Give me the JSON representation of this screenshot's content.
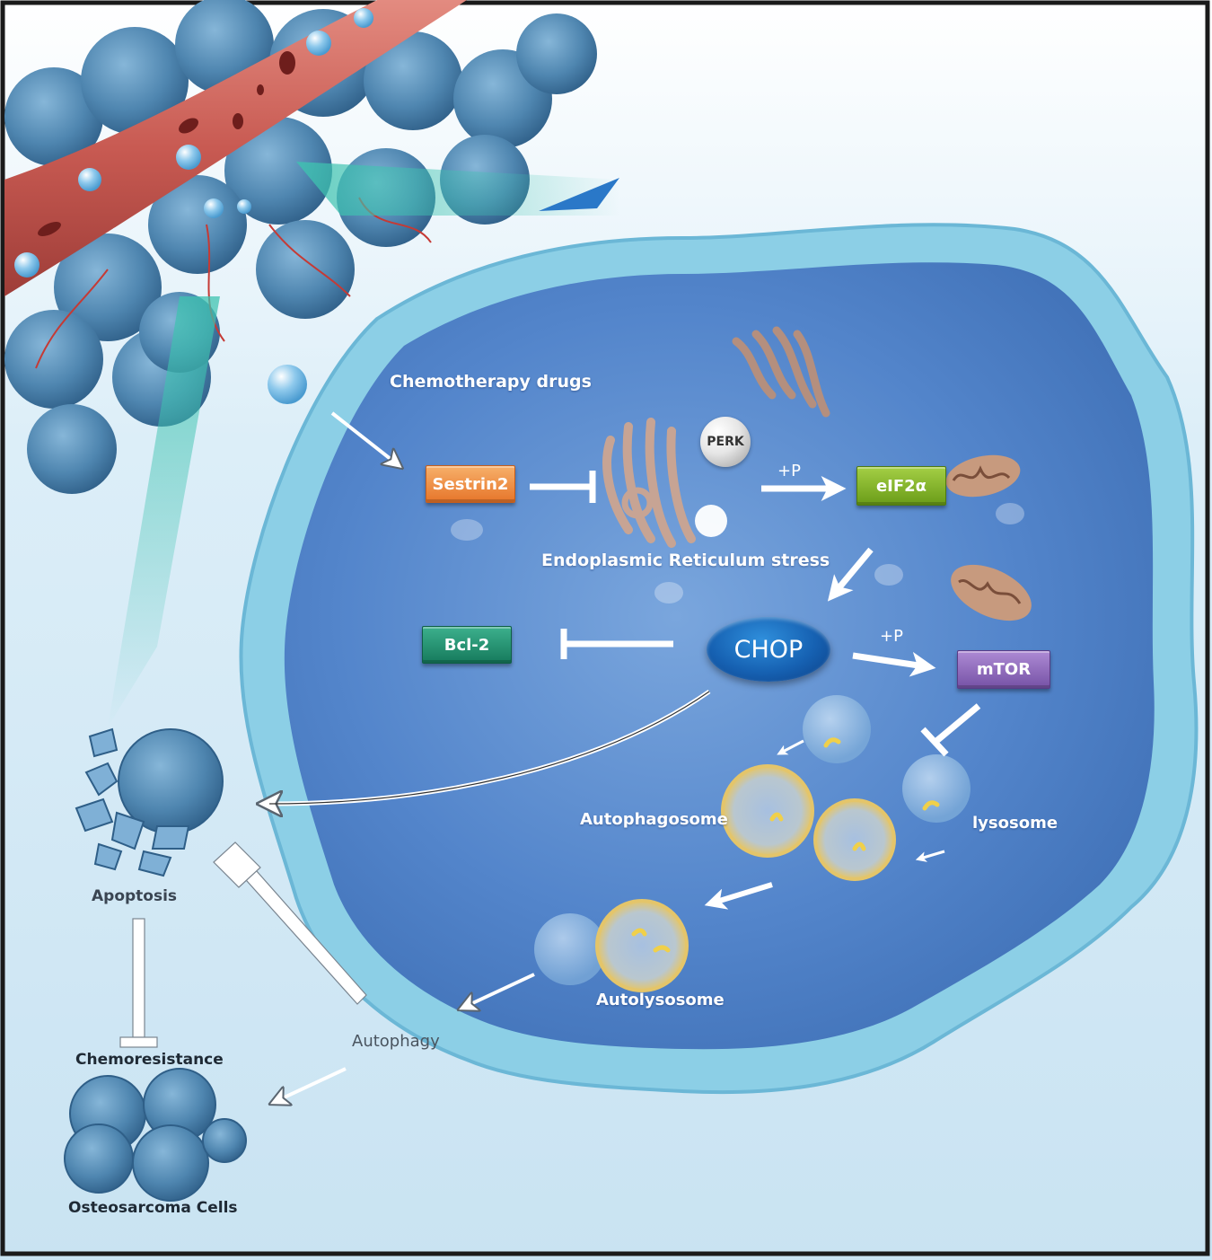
{
  "labels": {
    "chemotherapy_drugs": "Chemotherapy drugs",
    "er_stress": "Endoplasmic Reticulum stress",
    "autophagosome": "Autophagosome",
    "lysosome": "lysosome",
    "autolysosome": "Autolysosome",
    "apoptosis": "Apoptosis",
    "autophagy": "Autophagy",
    "chemoresistance": "Chemoresistance",
    "osteosarcoma_cells": "Osteosarcoma Cells",
    "phospho_1": "+P",
    "phospho_2": "+P"
  },
  "nodes": {
    "sestrin2": "Sestrin2",
    "perk": "PERK",
    "eif2a": "eIF2α",
    "chop": "CHOP",
    "bcl2": "Bcl-2",
    "mtor": "mTOR"
  },
  "colors": {
    "sestrin2": "#f08a3c",
    "eif2a": "#7cb21f",
    "bcl2": "#1e8a6a",
    "mtor": "#8a62b8",
    "chop": "#1661b2",
    "cell_interior": "#4f82c8",
    "membrane": "#8ccfe6",
    "vessel": "#c85a52",
    "tumor_cell": "#4f86b0"
  },
  "icons": {
    "perk": "ribbon-organelle-icon",
    "mitochondrion": "mitochondrion-icon",
    "golgi": "golgi-apparatus-icon"
  }
}
